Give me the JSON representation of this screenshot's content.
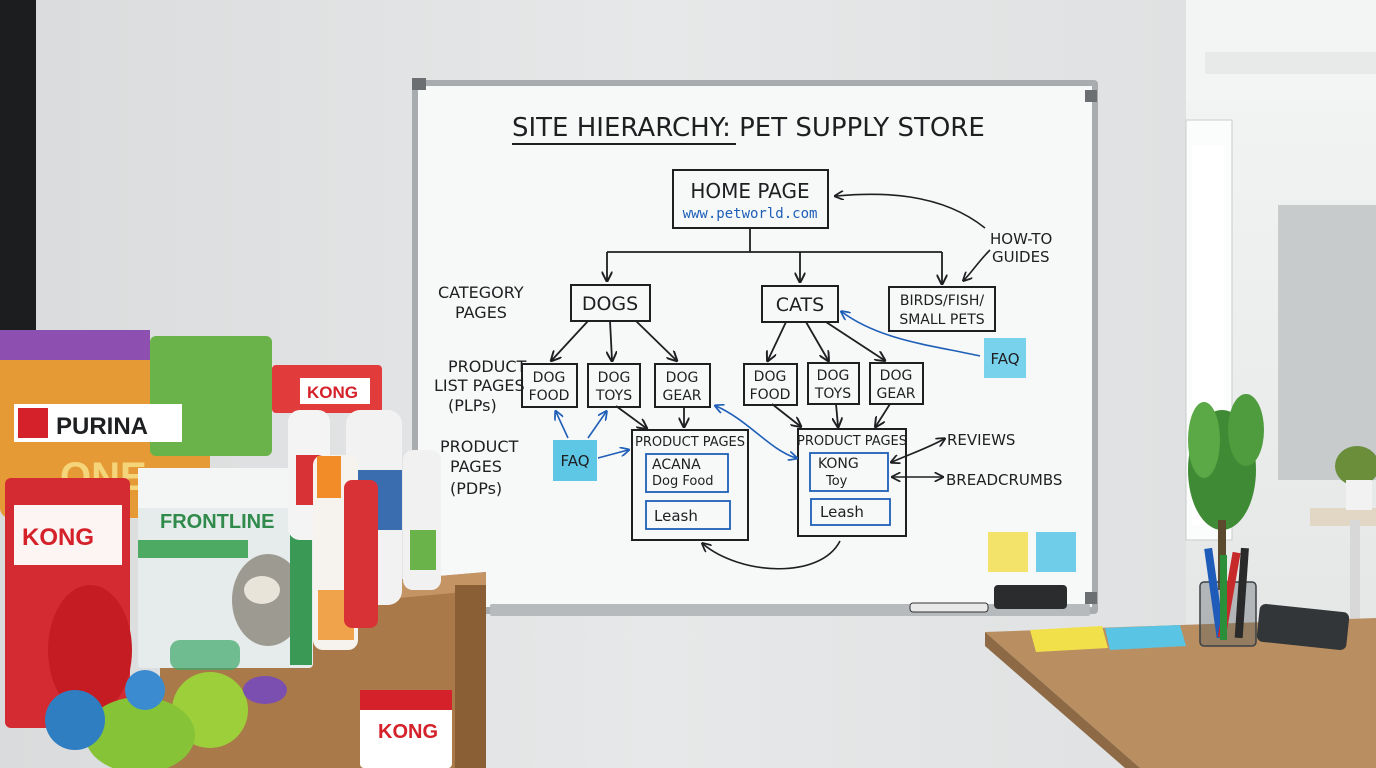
{
  "whiteboard": {
    "title": "SITE HIERARCHY: PET SUPPLY STORE",
    "home": {
      "title": "HOME PAGE",
      "url": "www.petworld.com"
    },
    "how_to": [
      "HOW-TO",
      "GUIDES"
    ],
    "row_labels": {
      "category": [
        "CATEGORY",
        "PAGES"
      ],
      "plp": [
        "PRODUCT",
        "LIST PAGES",
        "(PLPs)"
      ],
      "pdp": [
        "PRODUCT",
        "PAGES",
        "(PDPs)"
      ]
    },
    "categories": {
      "dogs": "DOGS",
      "cats": "CATS",
      "birds": [
        "BIRDS/FISH/",
        "SMALL PETS"
      ]
    },
    "plp_dogs": [
      [
        "DOG",
        "FOOD"
      ],
      [
        "DOG",
        "TOYS"
      ],
      [
        "DOG",
        "GEAR"
      ]
    ],
    "plp_cats": [
      [
        "DOG",
        "FOOD"
      ],
      [
        "DOG",
        "TOYS"
      ],
      [
        "DOG",
        "GEAR"
      ]
    ],
    "pdp_left": {
      "title": "PRODUCT PAGES",
      "item1": [
        "ACANA",
        "Dog Food"
      ],
      "item2": "Leash"
    },
    "pdp_right": {
      "title": "PRODUCT PAGES",
      "item1": [
        "KONG",
        "Toy"
      ],
      "item2": "Leash"
    },
    "faq_left": "FAQ",
    "faq_right": "FAQ",
    "reviews": "REVIEWS",
    "breadcrumbs": "BREADCRUMBS"
  },
  "products": {
    "purina": "PURINA",
    "purina_sub": "ONE",
    "kong1": "KONG",
    "kong2": "KONG",
    "kong3": "KONG",
    "frontline": "FRONTLINE"
  },
  "colors": {
    "wall": "#e4e6e7",
    "board": "#f7f8f8",
    "ink": "#1e1f21",
    "blue_ink": "#1e5fb8",
    "sticky_blue": "#5ec7e6",
    "sticky_yellow": "#f4e36a",
    "shelf": "#a9794a",
    "desk": "#b98f62"
  }
}
